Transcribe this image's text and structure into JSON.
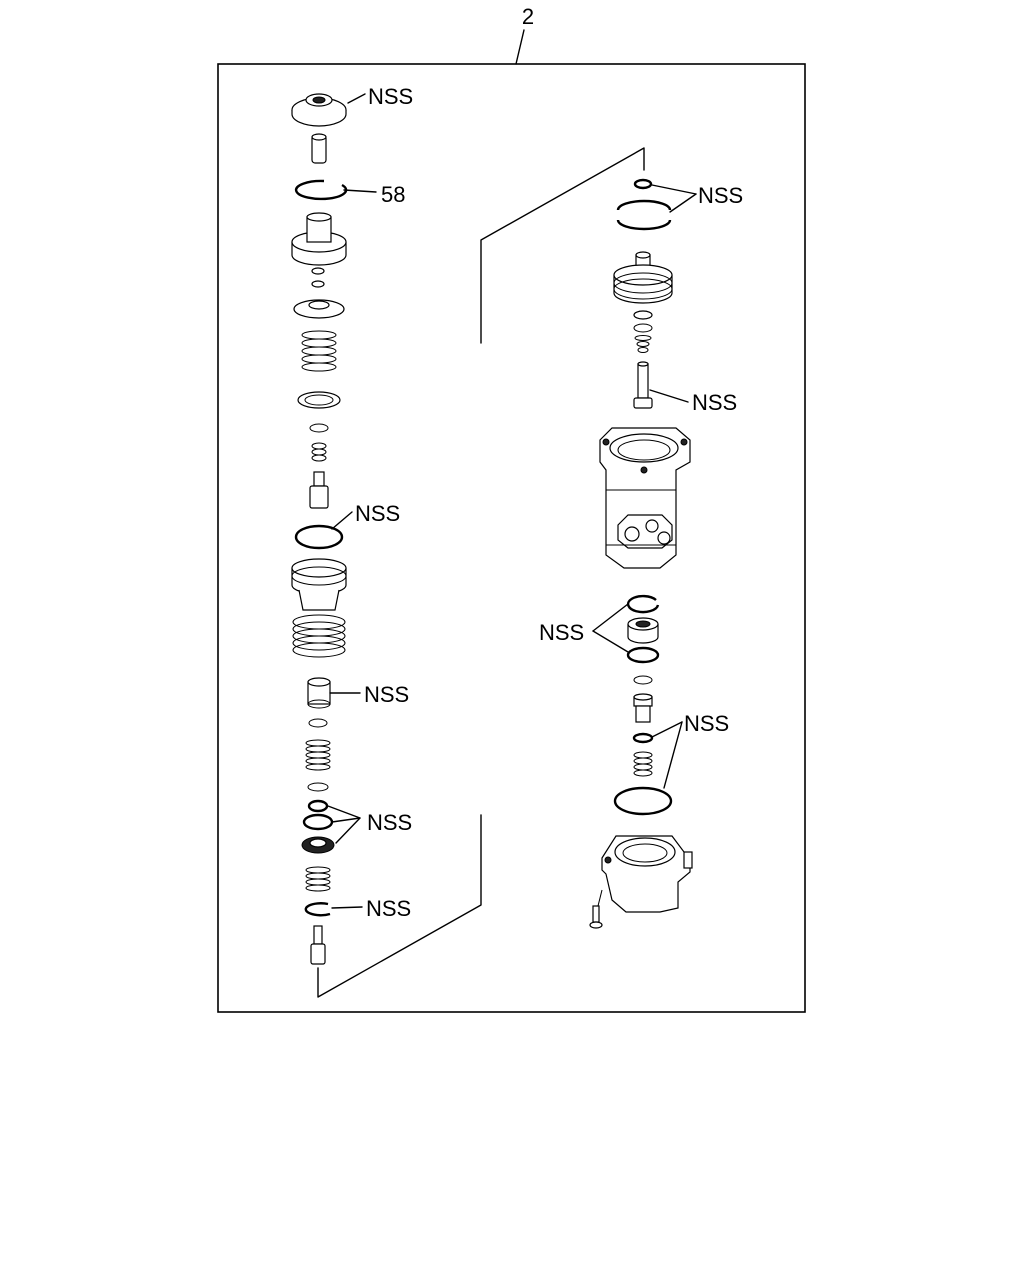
{
  "assembly_number": "2",
  "callouts": {
    "left_top_nss": "NSS",
    "left_ring_58": "58",
    "left_oring_nss": "NSS",
    "left_sleeve_nss": "NSS",
    "left_seals_nss": "NSS",
    "left_circlip_nss": "NSS",
    "right_top_nss": "NSS",
    "right_stem_nss": "NSS",
    "right_mid_nss": "NSS",
    "right_lower_nss": "NSS"
  }
}
